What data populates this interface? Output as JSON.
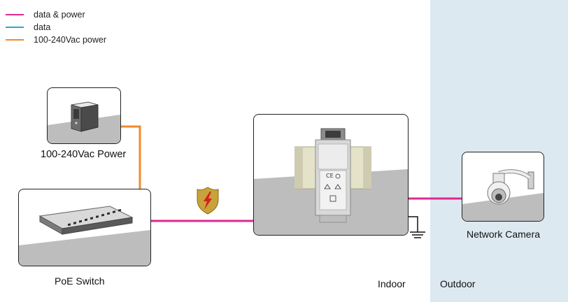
{
  "legend": [
    {
      "label": "data & power",
      "color": "#e0288f"
    },
    {
      "label": "data",
      "color": "#2aa6dc"
    },
    {
      "label": "100-240Vac power",
      "color": "#f08a2b"
    }
  ],
  "devices": {
    "power": {
      "label": "100-240Vac Power"
    },
    "switch": {
      "label": "PoE Switch"
    },
    "camera": {
      "label": "Network Camera"
    }
  },
  "zones": {
    "indoor": "Indoor",
    "outdoor": "Outdoor"
  },
  "colors": {
    "data_power": "#e0288f",
    "ac_power": "#f08a2b",
    "outdoor_bg": "#dde9f1",
    "shield": "#c8a23a",
    "bolt": "#d6201f",
    "card_gray": "#bdbdbd"
  },
  "icons": {
    "surge": "lightning-shield-icon",
    "ground": "ground-icon"
  }
}
